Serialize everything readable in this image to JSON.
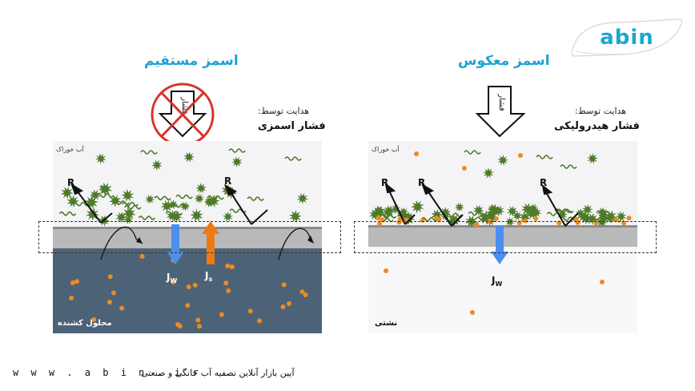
{
  "brand": {
    "logo": "abin",
    "accent": "#19a8cf"
  },
  "forward_osmosis": {
    "title": "اسمز مستقیم",
    "driven_by_label": "هدایت توسط:",
    "driven_by_value": "فشار اسمزی",
    "feed_label": "آب خوراک",
    "draw_label": "محلول کشنده",
    "pressure_word": "فشار",
    "flux_water": "J",
    "flux_water_sub": "W",
    "flux_solute": "J",
    "flux_solute_sub": "s",
    "rejection_label": "R"
  },
  "reverse_osmosis": {
    "title": "اسمز معکوس",
    "driven_by_label": "هدایت توسط:",
    "driven_by_value": "فشار هیدرولیکی",
    "feed_label": "آب خوراک",
    "permeate_label": "نشتی",
    "pressure_word": "فشار",
    "flux_water": "J",
    "flux_water_sub": "W",
    "rejection_label": "R"
  },
  "footer": {
    "website": "w w w . a b i n . i r",
    "tagline": "آیین بازار آنلاین تصفیه آب خانگی و صنعتی"
  },
  "colors": {
    "foulant": "#4f7a2a",
    "solute": "#ee8a22",
    "water_flux": "#4a8ff0",
    "solute_flux": "#ee7a11",
    "draw_solution": "#4c6377",
    "membrane": "#b9b9b9"
  }
}
